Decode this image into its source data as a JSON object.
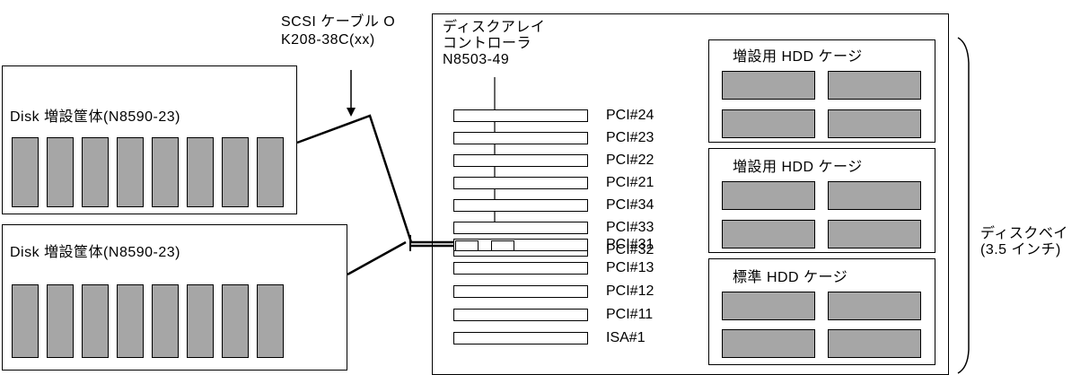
{
  "cable_label": {
    "line1": "SCSI ケーブル O",
    "line2": "K208-38C(xx)"
  },
  "enclosures": [
    {
      "label": "Disk 増設筐体(N8590-23)"
    },
    {
      "label": "Disk 増設筐体(N8590-23)"
    }
  ],
  "controller_label": {
    "line1": "ディスクアレイ",
    "line2": "コントローラ",
    "line3": "N8503-49"
  },
  "slots": [
    "PCI#24",
    "PCI#23",
    "PCI#22",
    "PCI#21",
    "PCI#34",
    "PCI#33",
    "PCI#32",
    "PCI#31",
    "PCI#13",
    "PCI#12",
    "PCI#11",
    "ISA#1"
  ],
  "cages": [
    {
      "label": "増設用 HDD ケージ"
    },
    {
      "label": "増設用 HDD ケージ"
    },
    {
      "label": "標準 HDD ケージ"
    }
  ],
  "disk_bay_label": {
    "line1": "ディスクベイ",
    "line2": "(3.5 インチ)"
  },
  "colors": {
    "disk_fill": "#a6a6a6",
    "line": "#000000"
  }
}
